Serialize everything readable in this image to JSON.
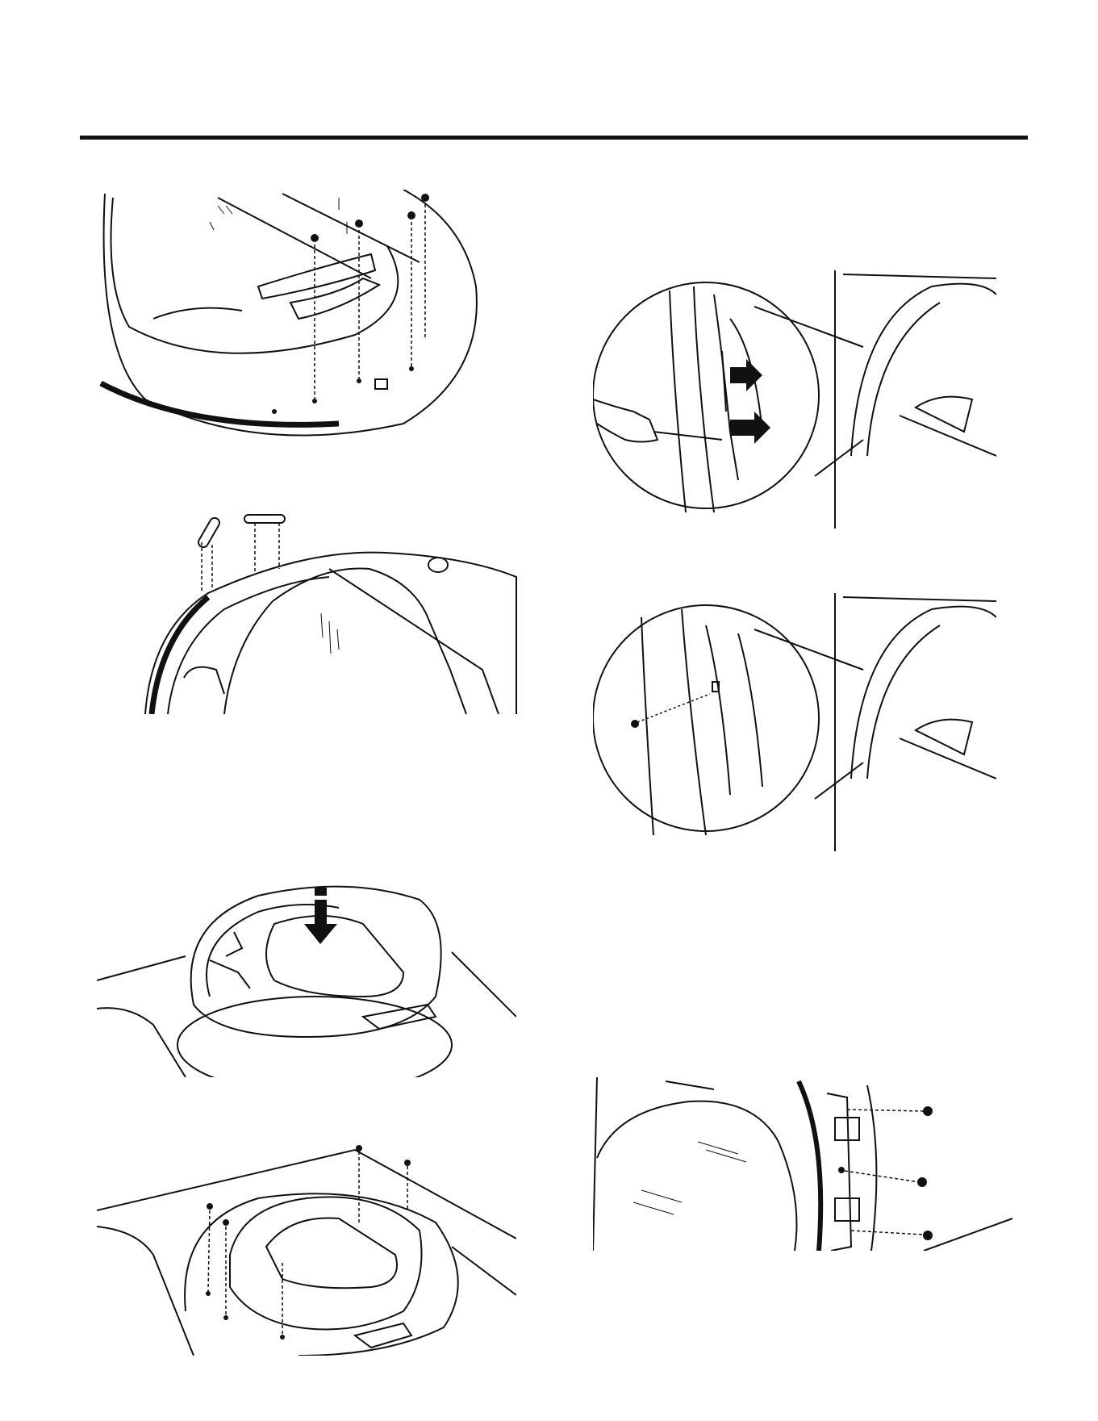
{
  "page": {
    "figures": [
      {
        "name": "door-hinge-bracket-removal",
        "icon": "door-screws-illustration"
      },
      {
        "name": "door-trim-cap-removal",
        "icon": "door-caps-illustration"
      },
      {
        "name": "latch-pry-step",
        "icon": "latch-pry-illustration"
      },
      {
        "name": "latch-screw-step",
        "icon": "latch-screw-illustration"
      },
      {
        "name": "door-placement-step",
        "icon": "door-placement-illustration"
      },
      {
        "name": "door-mount-screws-step",
        "icon": "door-mount-illustration"
      },
      {
        "name": "hinge-screw-removal-step",
        "icon": "hinge-screws-illustration"
      }
    ],
    "footer_mark": ""
  }
}
